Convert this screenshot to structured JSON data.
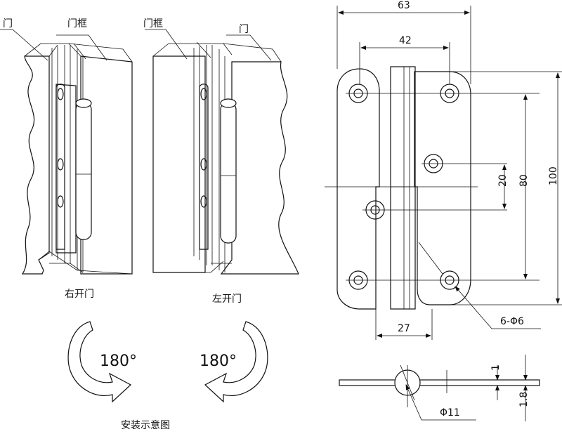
{
  "labels": {
    "door_left": "门",
    "frame_left": "门框",
    "frame_right": "门框",
    "door_right": "门"
  },
  "captions": {
    "right_open": "右开门",
    "left_open": "左开门",
    "install": "安装示意图"
  },
  "rotation": {
    "left": "180°",
    "right": "180°"
  },
  "dimensions": {
    "width_total": "63",
    "width_inner": "42",
    "offset": "20",
    "pitch": "80",
    "height_total": "100",
    "leaf_width": "27",
    "holes": "6-Φ6",
    "knuckle_dia": "Φ11",
    "thickness": "1",
    "leaf_thickness": "1.8"
  }
}
